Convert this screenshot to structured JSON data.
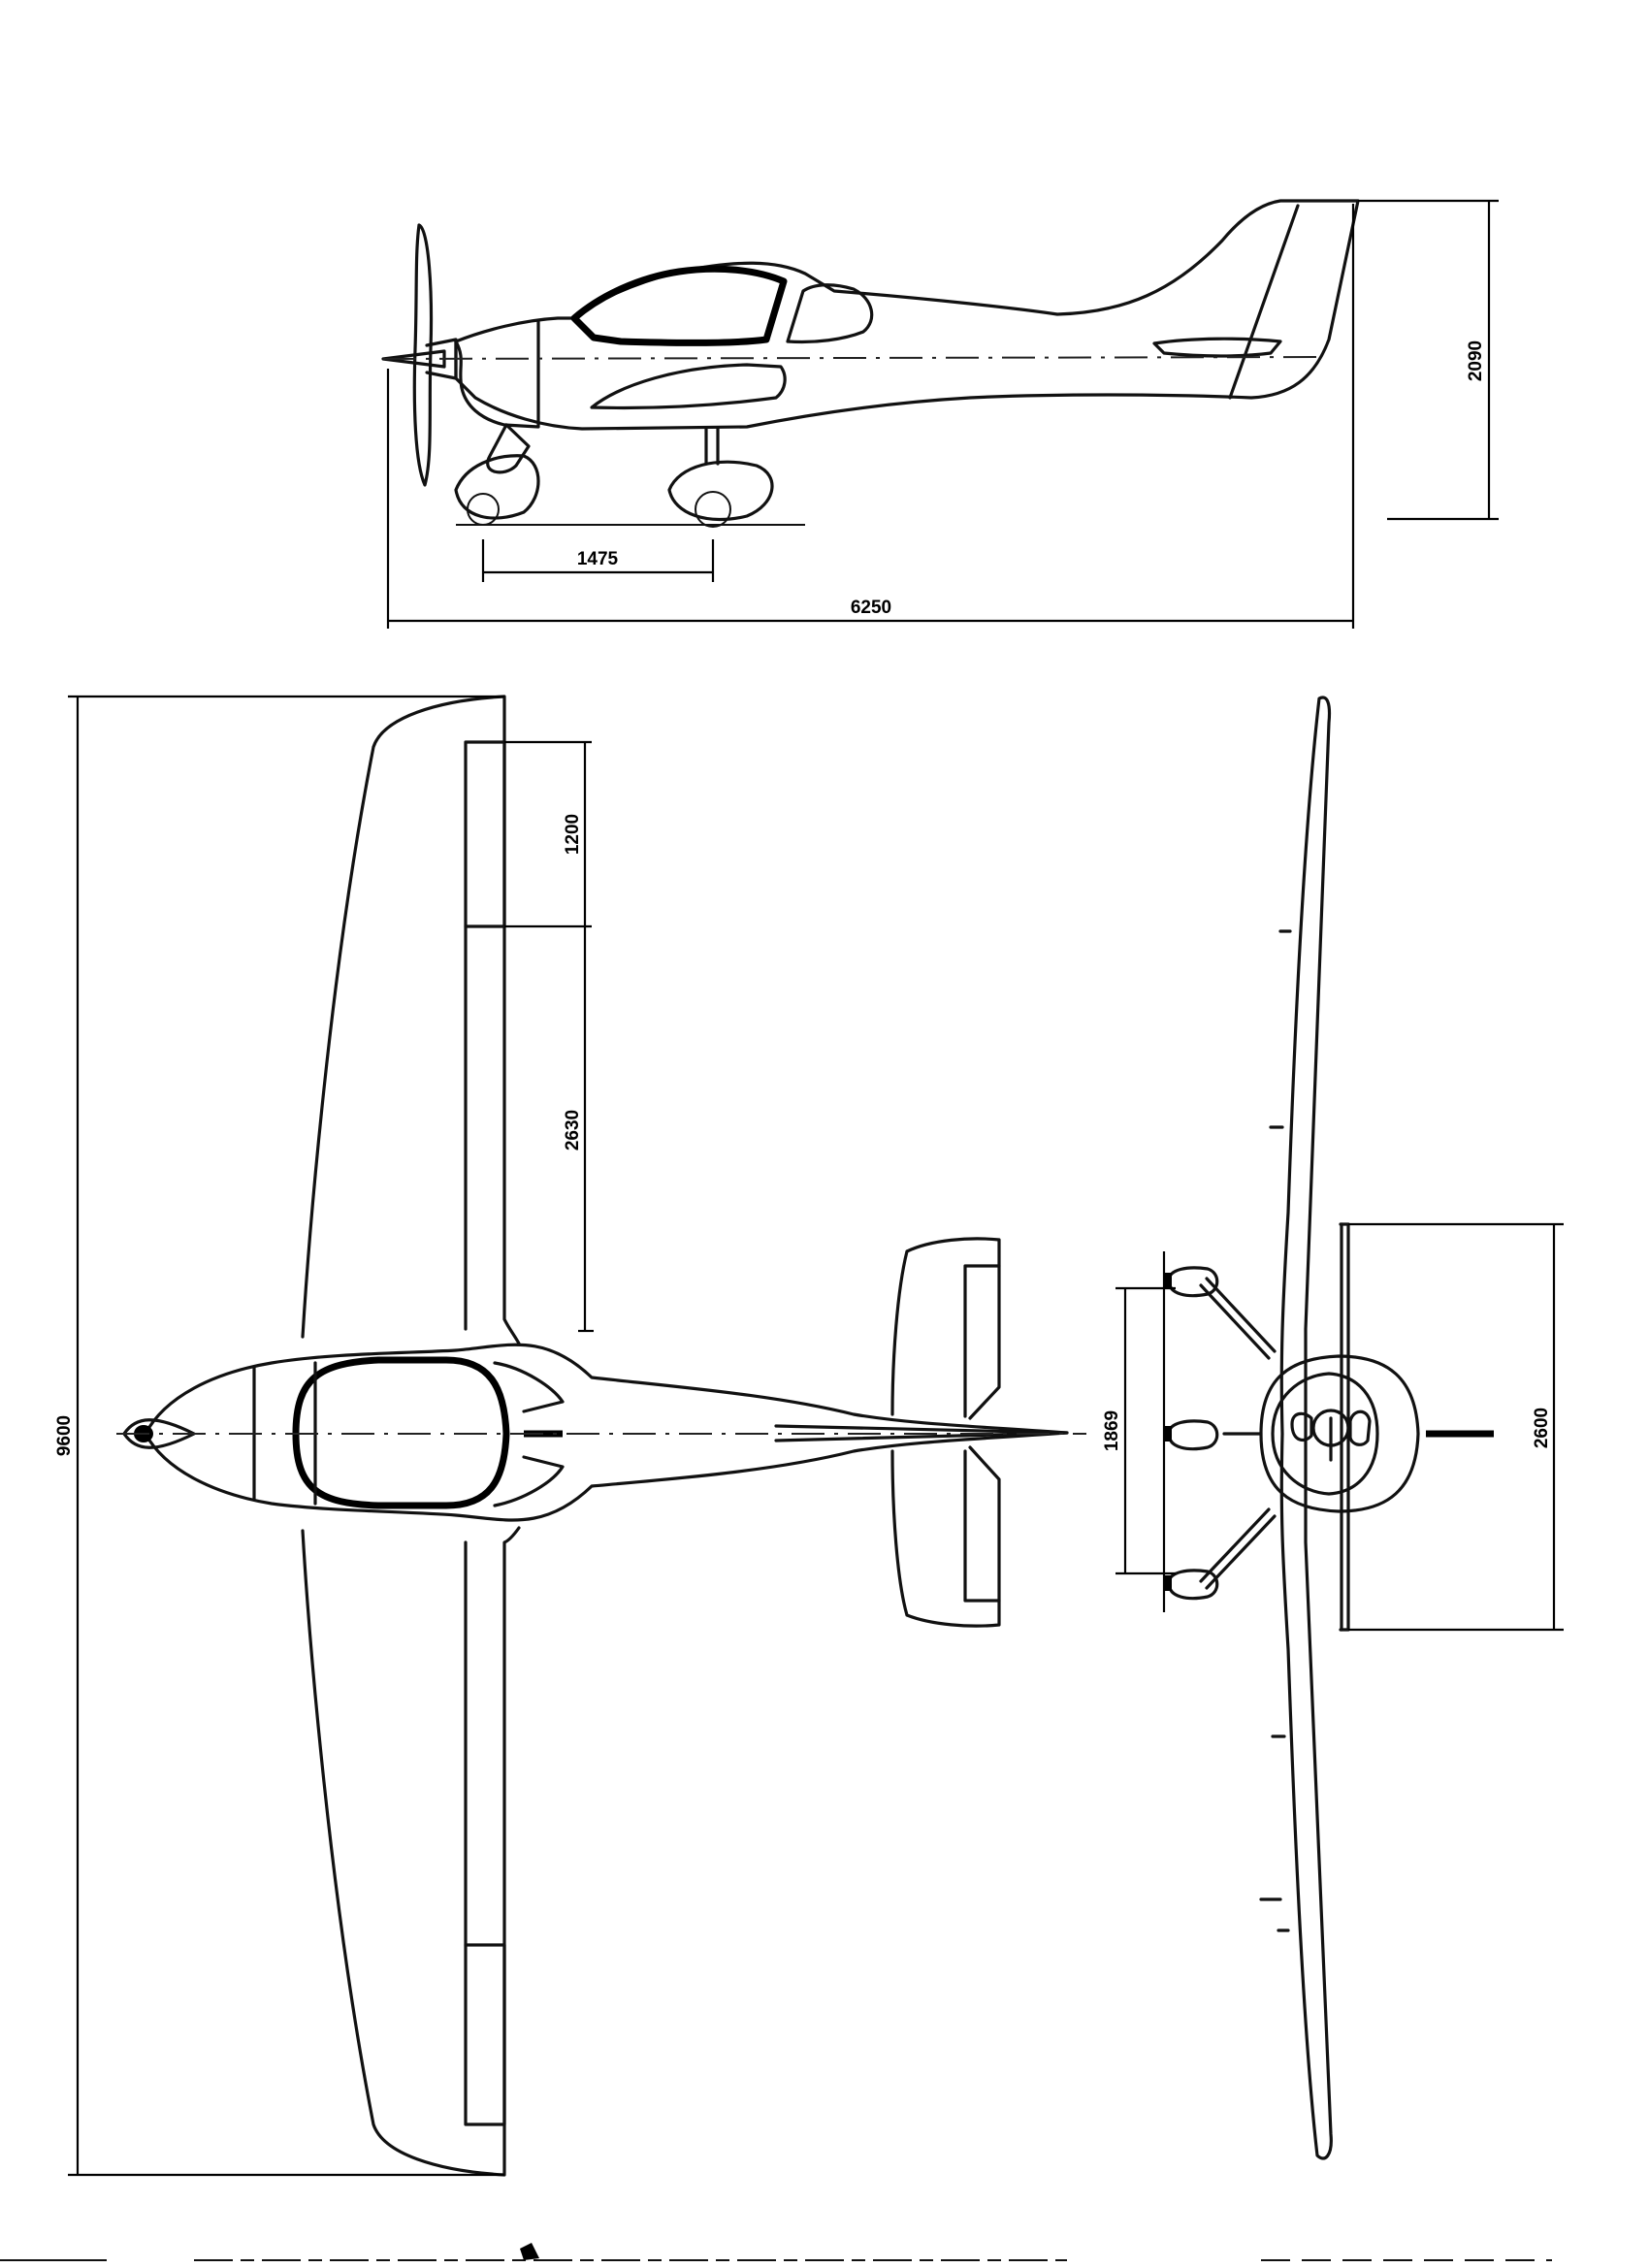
{
  "dimensions": {
    "wheelbase": "1475",
    "length": "6250",
    "height": "2090",
    "flap": "1200",
    "aileron": "2630",
    "span": "9600",
    "track": "1869",
    "tail_span": "2600"
  }
}
